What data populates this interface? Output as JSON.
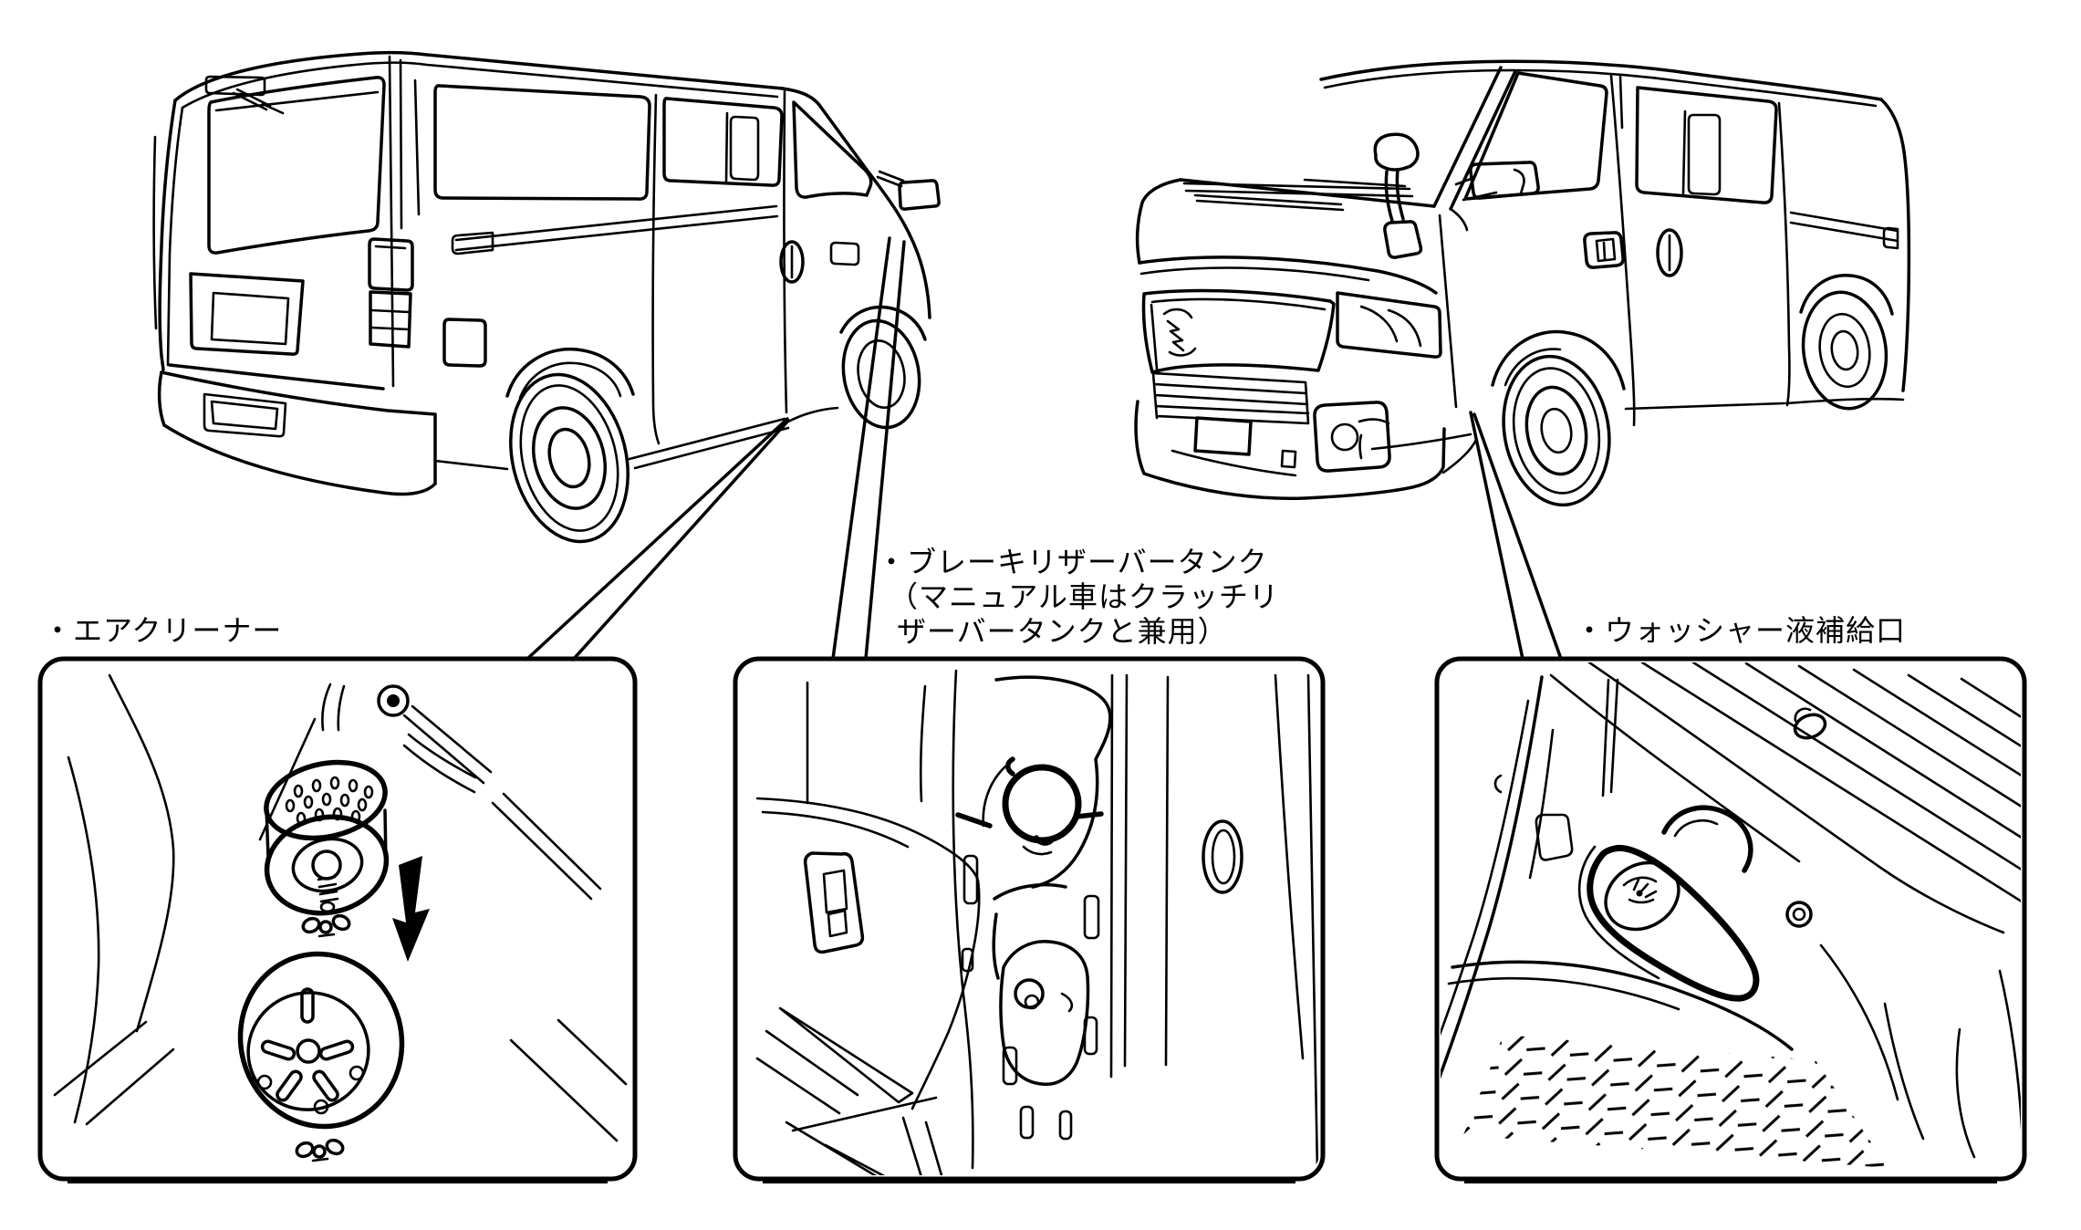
{
  "figure": {
    "background": "#ffffff",
    "line_color": "#000000",
    "callouts": [
      {
        "id": "air-cleaner",
        "label": "・エアクリーナー"
      },
      {
        "id": "brake-reservoir",
        "label_lines": [
          "・ブレーキリザーバータンク",
          "（マニュアル車はクラッチリ",
          "ザーバータンクと兼用）"
        ]
      },
      {
        "id": "washer-filler",
        "label": "・ウォッシャー液補給口"
      }
    ],
    "icons": {
      "arrow": "down-arrow-icon",
      "washer_cap": "washer-spray-icon"
    }
  }
}
